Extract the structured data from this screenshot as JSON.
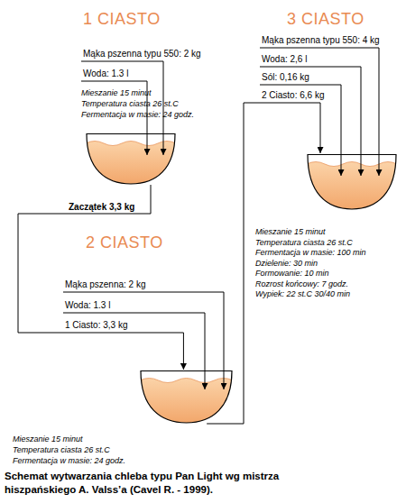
{
  "diagram": {
    "caption": "Schemat wytwarzania chleba typu Pan Light wg mistrza hiszpańskiego A. Valss’a (Cavel R. - 1999).",
    "nodes": [
      {
        "text": [
          "1 CIASTO",
          "Mieszanie 15 minut",
          "Temperatura ciasta 26 st.C",
          "Fermentacja w masie: 24 godz."
        ]
      },
      {
        "text": [
          "2 CIASTO",
          "Mieszanie 15 minut",
          "Temperatura ciasta 26 st.C",
          "Fermentacja w masie: 24 godz."
        ]
      },
      {
        "text": [
          "3 CIASTO",
          "Mieszanie 15 minut",
          "Temperatura ciasta 26 st.C",
          "Fermentacja w masie: 100 min",
          "Dzielenie: 30 min",
          "Formowanie: 10 min",
          "Rozrost końcowy: 7 godz.",
          "Wypiek: 22 st.C 30/40 min"
        ]
      }
    ],
    "edges": [
      {
        "from": 0,
        "to": 1,
        "arrow": "to",
        "label": "Zaczątek 3,3 kg"
      },
      {
        "from": 1,
        "to": 2,
        "arrow": "to"
      }
    ],
    "labels": [
      "Mąka pszenna typu 550: 2 kg",
      "Woda: 1.3 l",
      "Mąka pszenna: 2 kg",
      "Woda: 1.3 l",
      "1 Ciasto: 3,3 kg",
      "Mąka pszenna typu 550: 4 kg",
      "Woda: 2,6 l",
      "Sól: 0,16 kg",
      "2 Ciasto: 6,6 kg"
    ]
  }
}
